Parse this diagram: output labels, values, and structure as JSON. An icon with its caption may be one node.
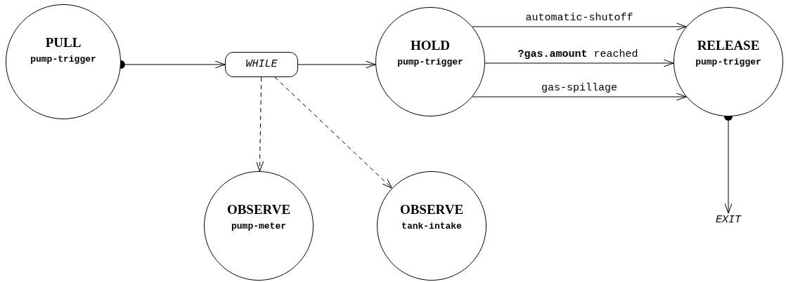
{
  "diagram": {
    "nodes": [
      {
        "text": [
          "PULL",
          "pump-trigger"
        ]
      },
      {
        "text": [
          "WHILE"
        ]
      },
      {
        "text": [
          "HOLD",
          "pump-trigger"
        ]
      },
      {
        "text": [
          "RELEASE",
          "pump-trigger"
        ]
      },
      {
        "text": [
          "OBSERVE",
          "pump-meter"
        ]
      },
      {
        "text": [
          "OBSERVE",
          "tank-intake"
        ]
      },
      {
        "text": [
          "EXIT"
        ]
      }
    ],
    "edges": [
      {
        "from": 0,
        "to": 1,
        "arrow": "to"
      },
      {
        "from": 1,
        "to": 2,
        "arrow": "to"
      },
      {
        "from": 2,
        "to": 3,
        "arrow": "to",
        "label": "automatic-shutoff"
      },
      {
        "from": 2,
        "to": 3,
        "arrow": "to",
        "label": "**?gas.amount** reached"
      },
      {
        "from": 2,
        "to": 3,
        "arrow": "to",
        "label": "gas-spillage"
      },
      {
        "from": 1,
        "to": 4,
        "arrow": "to",
        "style": "dashed"
      },
      {
        "from": 1,
        "to": 5,
        "arrow": "to",
        "style": "dashed"
      },
      {
        "from": 3,
        "to": 6,
        "arrow": "to"
      }
    ]
  }
}
